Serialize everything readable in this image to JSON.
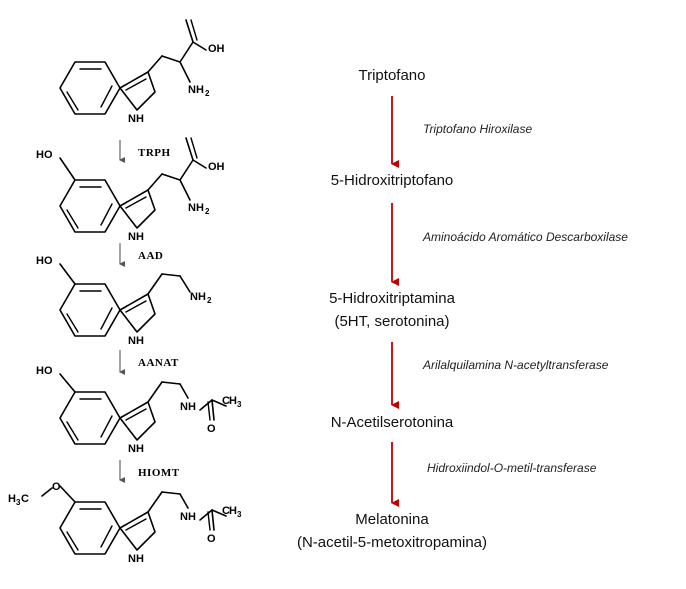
{
  "pathway": {
    "compounds": [
      {
        "line1": "Triptofano",
        "line2": ""
      },
      {
        "line1": "5-Hidroxitriptofano",
        "line2": ""
      },
      {
        "line1": "5-Hidroxitriptamina",
        "line2": "(5HT, serotonina)"
      },
      {
        "line1": "N-Acetilserotonina",
        "line2": ""
      },
      {
        "line1": "Melatonina",
        "line2": "(N-acetil-5-metoxitropamina)"
      }
    ],
    "enzymes": [
      "Triptofano Hiroxilase",
      "Aminoácido Aromático Descarboxilase",
      "Arilalquilamina N-acetyltransferase",
      "Hidroxiindol-O-metil-transferase"
    ]
  },
  "structures": {
    "abbreviations": [
      "TRPH",
      "AAD",
      "AANAT",
      "HIOMT"
    ],
    "labels": {
      "oh": "OH",
      "nh": "NH",
      "nh2": "NH",
      "nh2_sub": "2",
      "ho": "HO",
      "h3c": "H",
      "h3c_sub": "3",
      "h3c_c": "C",
      "o": "O"
    }
  },
  "colors": {
    "pathway_arrow": "#c00000",
    "structure_arrow": "#666666",
    "text": "#111111"
  }
}
